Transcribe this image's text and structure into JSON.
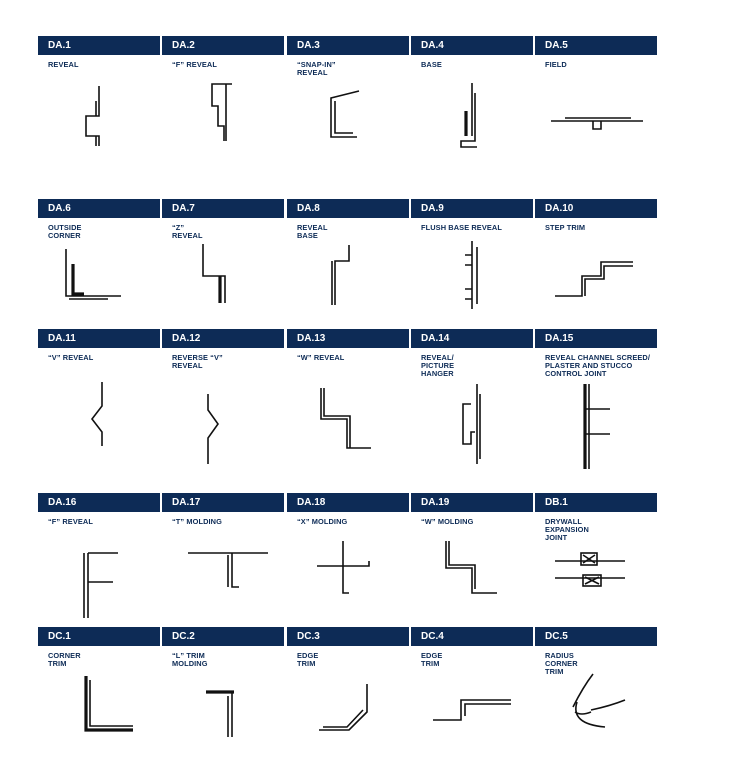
{
  "colors": {
    "header_bg": "#0d2b56",
    "header_text": "#ffffff",
    "title_text": "#0d2b56",
    "drawing": "#111111"
  },
  "profiles": [
    {
      "code": "DA.1",
      "title": "REVEAL",
      "icon": "reveal-profile-icon"
    },
    {
      "code": "DA.2",
      "title": "“F” REVEAL",
      "icon": "f-reveal-profile-icon"
    },
    {
      "code": "DA.3",
      "title": "“SNAP-IN”\nREVEAL",
      "icon": "snap-in-reveal-profile-icon"
    },
    {
      "code": "DA.4",
      "title": "BASE",
      "icon": "base-profile-icon"
    },
    {
      "code": "DA.5",
      "title": "FIELD",
      "icon": "field-profile-icon"
    },
    {
      "code": "DA.6",
      "title": "OUTSIDE\nCORNER",
      "icon": "outside-corner-profile-icon"
    },
    {
      "code": "DA.7",
      "title": "“Z”\nREVEAL",
      "icon": "z-reveal-profile-icon"
    },
    {
      "code": "DA.8",
      "title": "REVEAL\nBASE",
      "icon": "reveal-base-profile-icon"
    },
    {
      "code": "DA.9",
      "title": "FLUSH BASE REVEAL",
      "icon": "flush-base-reveal-profile-icon"
    },
    {
      "code": "DA.10",
      "title": "STEP TRIM",
      "icon": "step-trim-profile-icon"
    },
    {
      "code": "DA.11",
      "title": "“V” REVEAL",
      "icon": "v-reveal-profile-icon"
    },
    {
      "code": "DA.12",
      "title": "REVERSE “V”\nREVEAL",
      "icon": "reverse-v-reveal-profile-icon"
    },
    {
      "code": "DA.13",
      "title": "“W” REVEAL",
      "icon": "w-reveal-profile-icon"
    },
    {
      "code": "DA.14",
      "title": "REVEAL/\nPICTURE\nHANGER",
      "icon": "picture-hanger-profile-icon"
    },
    {
      "code": "DA.15",
      "title": "REVEAL CHANNEL SCREED/\nPLASTER AND STUCCO\nCONTROL JOINT",
      "icon": "control-joint-profile-icon"
    },
    {
      "code": "DA.16",
      "title": "“F” REVEAL",
      "icon": "f-reveal-2-profile-icon"
    },
    {
      "code": "DA.17",
      "title": "“T” MOLDING",
      "icon": "t-molding-profile-icon"
    },
    {
      "code": "DA.18",
      "title": "“X” MOLDING",
      "icon": "x-molding-profile-icon"
    },
    {
      "code": "DA.19",
      "title": "“W” MOLDING",
      "icon": "w-molding-profile-icon"
    },
    {
      "code": "DB.1",
      "title": "DRYWALL\nEXPANSION\nJOINT",
      "icon": "expansion-joint-profile-icon"
    },
    {
      "code": "DC.1",
      "title": "CORNER\nTRIM",
      "icon": "corner-trim-profile-icon"
    },
    {
      "code": "DC.2",
      "title": "“L” TRIM\nMOLDING",
      "icon": "l-trim-profile-icon"
    },
    {
      "code": "DC.3",
      "title": "EDGE\nTRIM",
      "icon": "edge-trim-profile-icon"
    },
    {
      "code": "DC.4",
      "title": "EDGE\nTRIM",
      "icon": "edge-trim-2-profile-icon"
    },
    {
      "code": "DC.5",
      "title": "RADIUS\nCORNER\nTRIM",
      "icon": "radius-corner-trim-profile-icon"
    }
  ]
}
